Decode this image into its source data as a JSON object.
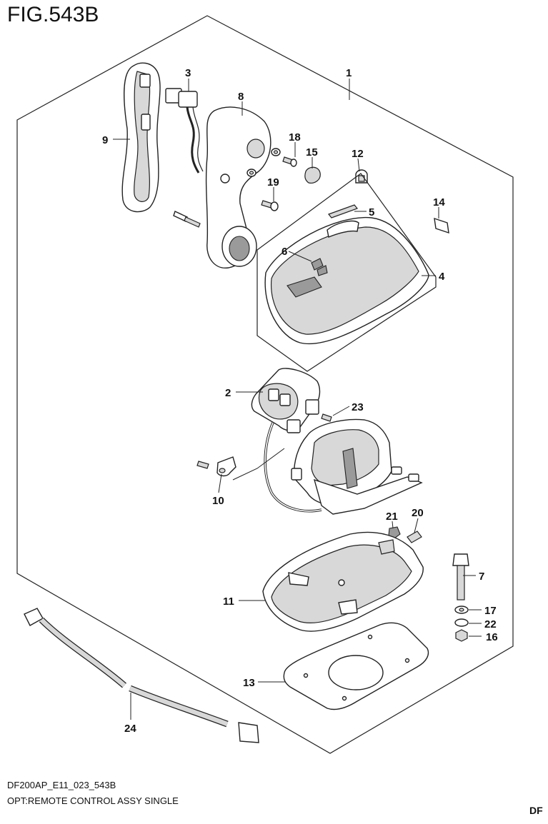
{
  "figure": {
    "title": "FIG.543B",
    "code": "DF200AP_E11_023_543B",
    "description": "OPT:REMOTE CONTROL ASSY SINGLE",
    "corner_text": "DF"
  },
  "callouts": [
    "1",
    "2",
    "3",
    "4",
    "5",
    "6",
    "7",
    "8",
    "9",
    "10",
    "11",
    "12",
    "13",
    "14",
    "15",
    "16",
    "17",
    "18",
    "19",
    "20",
    "21",
    "22",
    "23",
    "24"
  ]
}
